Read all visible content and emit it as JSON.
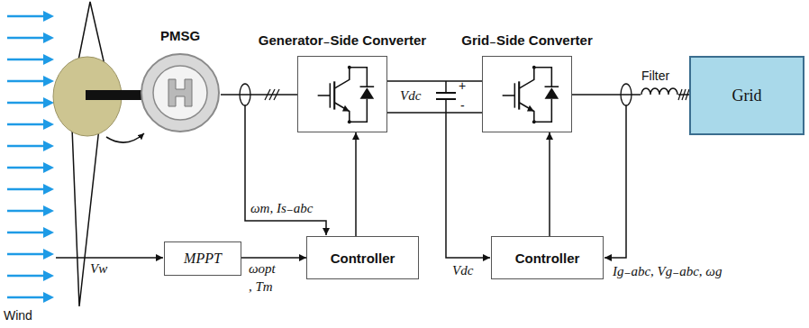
{
  "diagram": {
    "nodes": [
      {
        "text": [
          "PMSG"
        ]
      },
      {
        "text": [
          "Generator₋Side Converter"
        ]
      },
      {
        "text": [
          "Grid₋Side Converter"
        ]
      },
      {
        "text": [
          "Grid"
        ]
      },
      {
        "text": [
          "MPPT"
        ]
      },
      {
        "text": [
          "Controller"
        ]
      },
      {
        "text": [
          "Controller"
        ]
      }
    ],
    "edges": [
      {
        "from": 0,
        "to": 1,
        "arrow": "none"
      },
      {
        "from": 1,
        "to": 2,
        "arrow": "none"
      },
      {
        "from": 2,
        "to": 3,
        "arrow": "none"
      },
      {
        "from": 4,
        "to": 5,
        "arrow": "to"
      },
      {
        "from": 5,
        "to": 1,
        "arrow": "to"
      },
      {
        "from": 6,
        "to": 2,
        "arrow": "to"
      }
    ],
    "labels": [
      "Wind",
      "Vw",
      "ωopt",
      ", Tm",
      "ωm, Is₋abc",
      "Vdc",
      "+",
      "-",
      "Vdc",
      "Ig₋abc, Vg₋abc, ωg",
      "Filter"
    ]
  }
}
